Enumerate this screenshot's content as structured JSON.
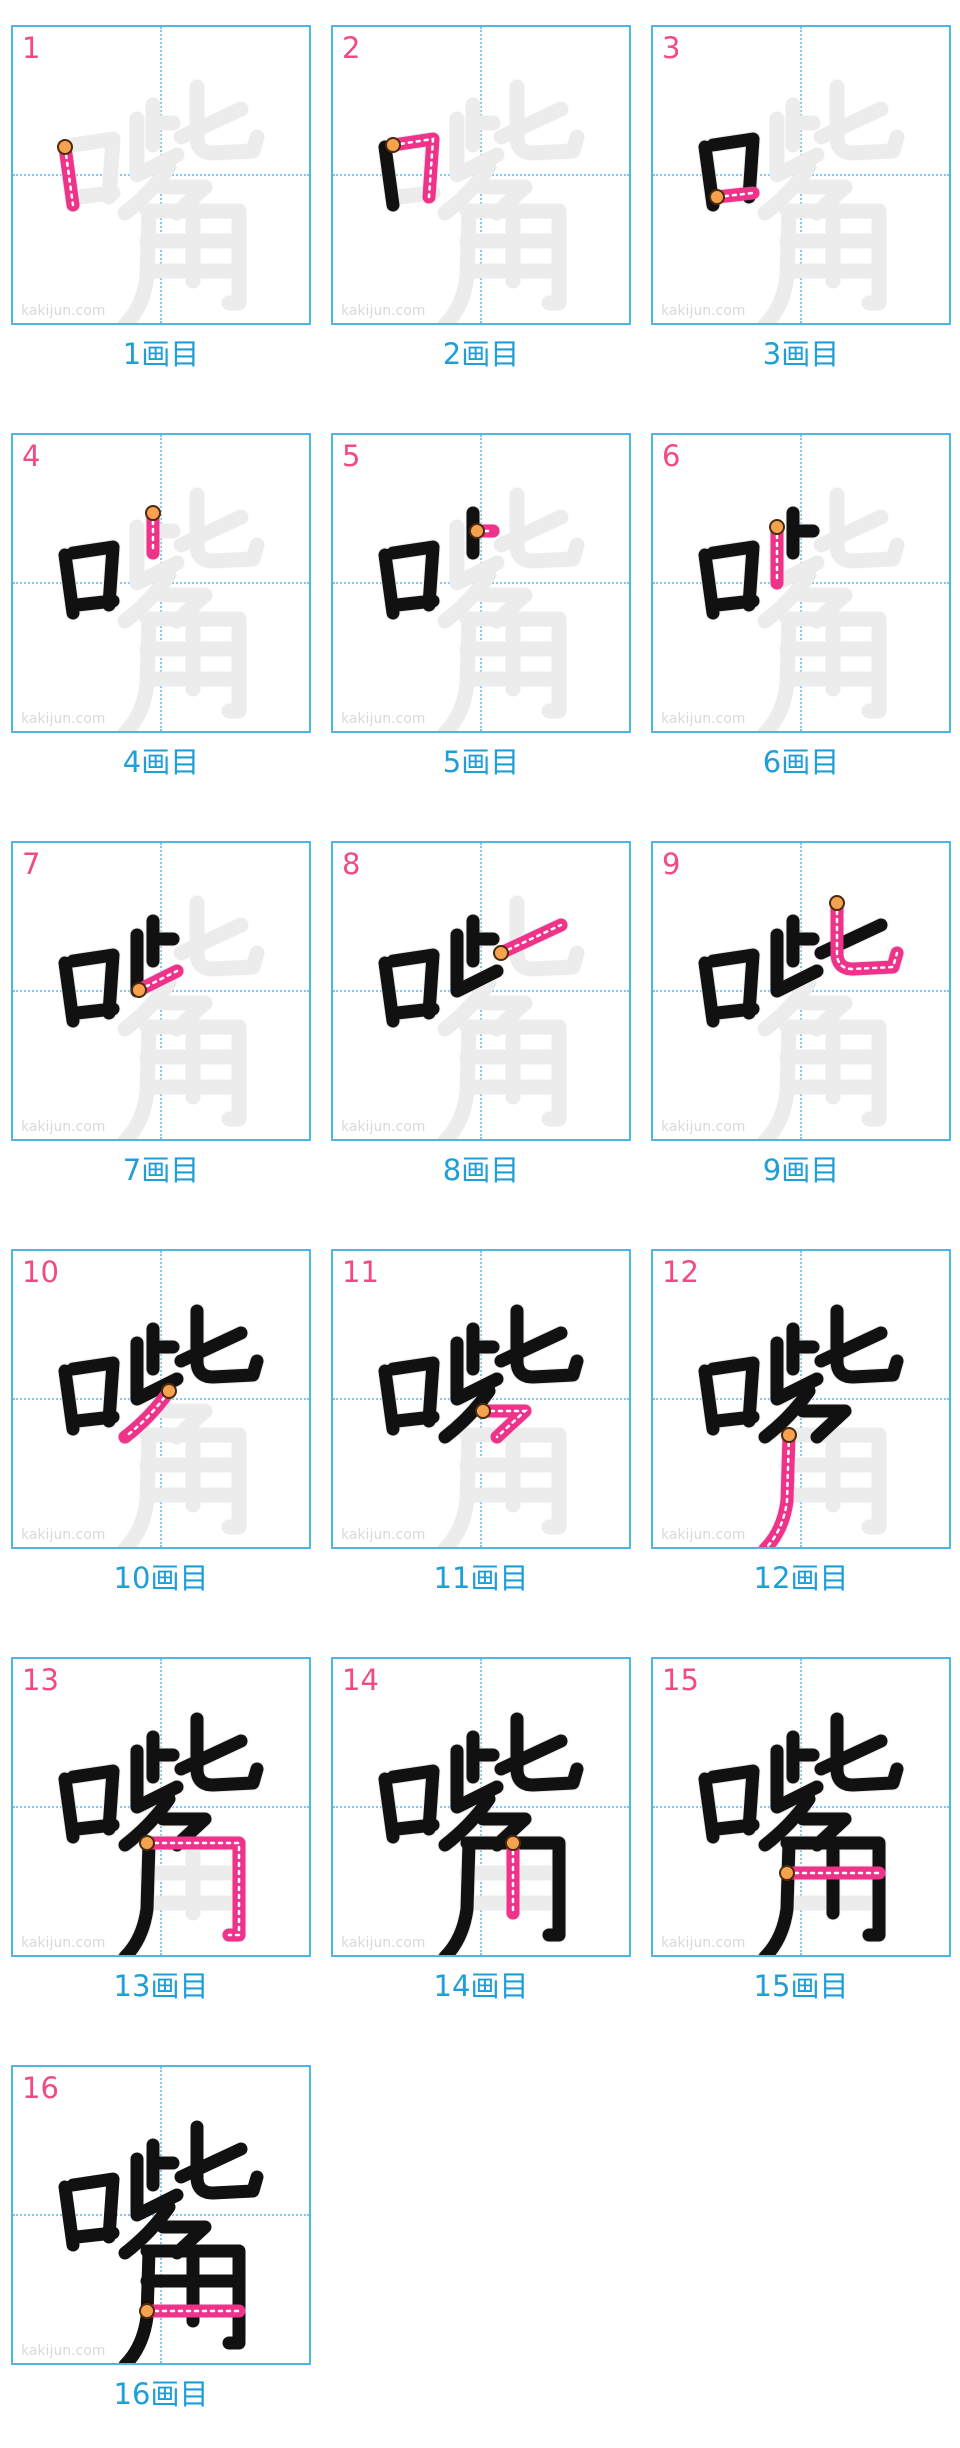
{
  "watermark": "kakijun.com",
  "ghost_character": "嘴",
  "colors": {
    "frame": "#4cb6e5",
    "guide": "#7ccbee",
    "ghost": "#ececec",
    "done": "#111111",
    "current": "#f0338a",
    "caption": "#1f9fd8",
    "number": "#f24a84"
  },
  "steps": [
    {
      "number": "1",
      "caption": "1画目"
    },
    {
      "number": "2",
      "caption": "2画目"
    },
    {
      "number": "3",
      "caption": "3画目"
    },
    {
      "number": "4",
      "caption": "4画目"
    },
    {
      "number": "5",
      "caption": "5画目"
    },
    {
      "number": "6",
      "caption": "6画目"
    },
    {
      "number": "7",
      "caption": "7画目"
    },
    {
      "number": "8",
      "caption": "8画目"
    },
    {
      "number": "9",
      "caption": "9画目"
    },
    {
      "number": "10",
      "caption": "10画目"
    },
    {
      "number": "11",
      "caption": "11画目"
    },
    {
      "number": "12",
      "caption": "12画目"
    },
    {
      "number": "13",
      "caption": "13画目"
    },
    {
      "number": "14",
      "caption": "14画目"
    },
    {
      "number": "15",
      "caption": "15画目"
    },
    {
      "number": "16",
      "caption": "16画目"
    }
  ]
}
